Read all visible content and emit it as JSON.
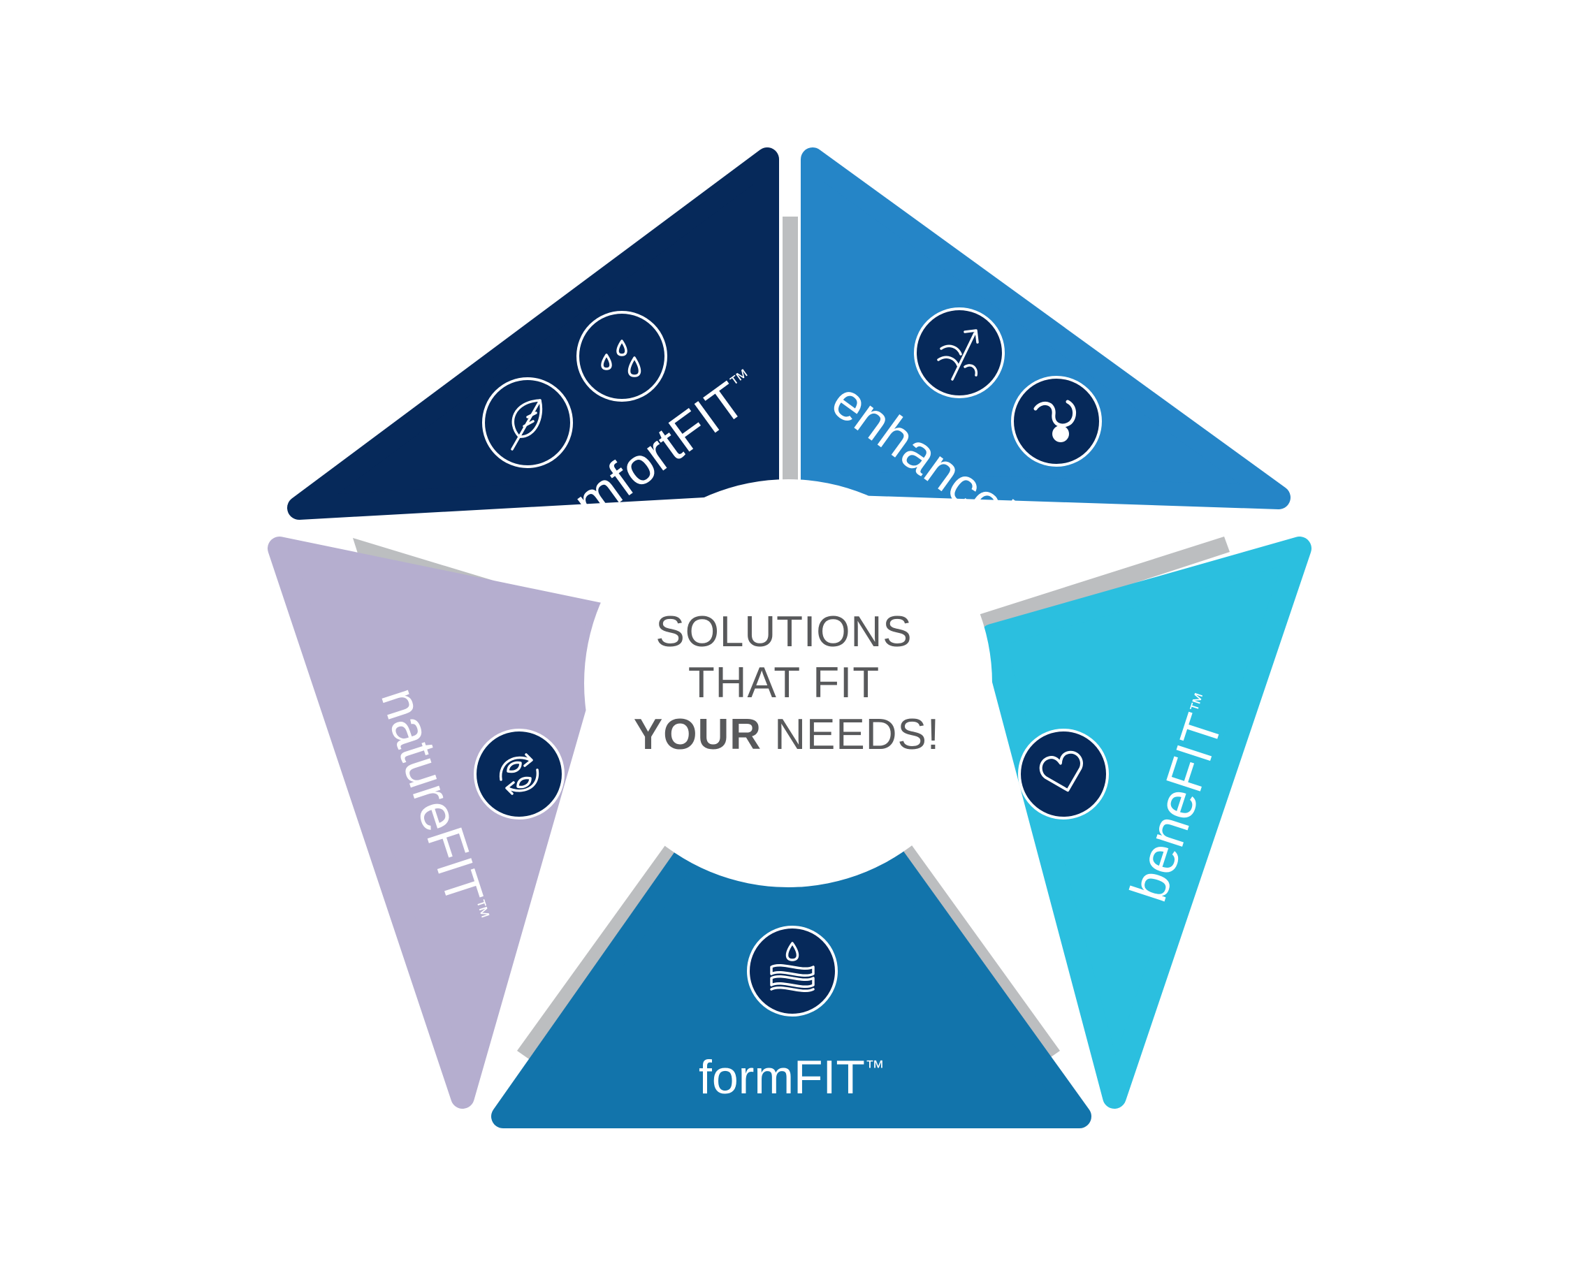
{
  "center": {
    "line1": "SOLUTIONS",
    "line2": "THAT FIT",
    "line3_bold": "YOUR",
    "line3_rest": " NEEDS!"
  },
  "segments": [
    {
      "id": "comfort",
      "name": "comfortFIT",
      "tm": "™",
      "color": "#06295a",
      "icons": [
        "feather-icon",
        "water-drops-icon"
      ]
    },
    {
      "id": "enhance",
      "name": "enhanceFIT",
      "tm": "™",
      "color": "#2585c7",
      "icons": [
        "growth-arrow-icon",
        "swirl-dot-icon"
      ]
    },
    {
      "id": "bene",
      "name": "beneFIT",
      "tm": "™",
      "color": "#2bbfdf",
      "icons": [
        "heart-icon"
      ]
    },
    {
      "id": "form",
      "name": "formFIT",
      "tm": "™",
      "color": "#1274ab",
      "icons": [
        "layered-drop-icon"
      ]
    },
    {
      "id": "nature",
      "name": "natureFIT",
      "tm": "™",
      "color": "#b5aecf",
      "icons": [
        "recycle-leaves-icon"
      ]
    }
  ],
  "colors": {
    "icon_fill": "#06295a",
    "connector": "#bcbec0",
    "center_text": "#58595b",
    "background": "#ffffff"
  }
}
